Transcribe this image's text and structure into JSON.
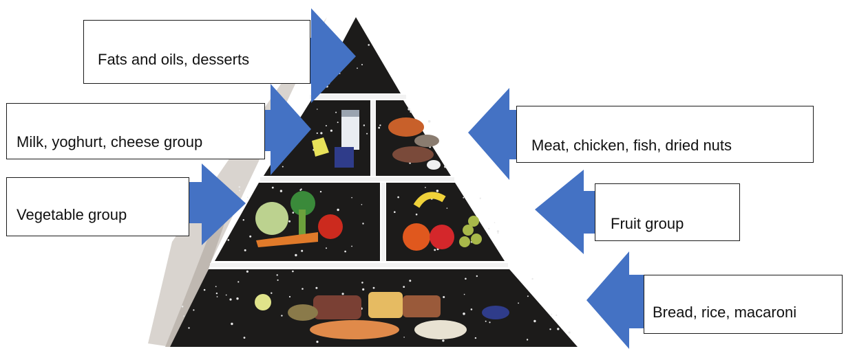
{
  "labels": {
    "fats": "Fats and oils, desserts",
    "milk": "Milk, yoghurt, cheese group",
    "meat": "Meat, chicken, fish, dried nuts",
    "vegetable": "Vegetable group",
    "fruit": "Fruit group",
    "bread": "Bread, rice, macaroni"
  },
  "colors": {
    "arrow": "#4472c4",
    "pyramid": "#1c1b1a",
    "pyramid_side": "#d9d4cf",
    "divider": "#f2f2f2",
    "stars": "#e8e8e8"
  },
  "icons": {
    "fats_tier": "sparkle-dots",
    "milk_tier": "milk-carton-cheese-cup",
    "meat_tier": "roast-chicken-fish-nuts",
    "vegetable_tier": "lettuce-broccoli-carrot-tomato",
    "fruit_tier": "banana-apple-orange-grapes",
    "bread_tier": "bread-loaves-rice-pasta"
  }
}
